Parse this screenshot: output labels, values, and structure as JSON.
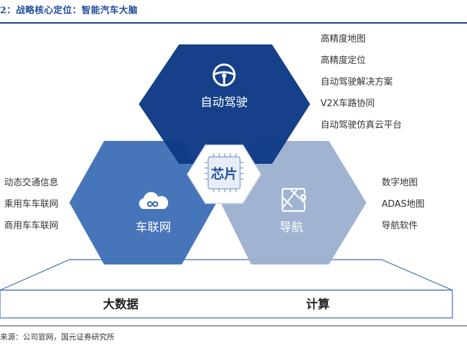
{
  "title": "2：战略核心定位：智能汽车大脑",
  "source": "来源：公司官网，国元证券研究所",
  "hexagons": {
    "autonomous": {
      "label": "自动驾驶",
      "color": "#0e3a85"
    },
    "connected": {
      "label": "车联网",
      "color": "#3f6fb7"
    },
    "navigation": {
      "label": "导航",
      "color": "#9bb0cf"
    }
  },
  "chip_label": "芯片",
  "autonomous_items": [
    "高精度地图",
    "高精度定位",
    "自动驾驶解决方案",
    "V2X车路协同",
    "自动驾驶仿真云平台"
  ],
  "connected_items": [
    "动态交通信息",
    "乘用车车联网",
    "商用车车联网"
  ],
  "navigation_items": [
    "数字地图",
    "ADAS地图",
    "导航软件"
  ],
  "base": {
    "left_label": "大数据",
    "right_label": "计算"
  }
}
